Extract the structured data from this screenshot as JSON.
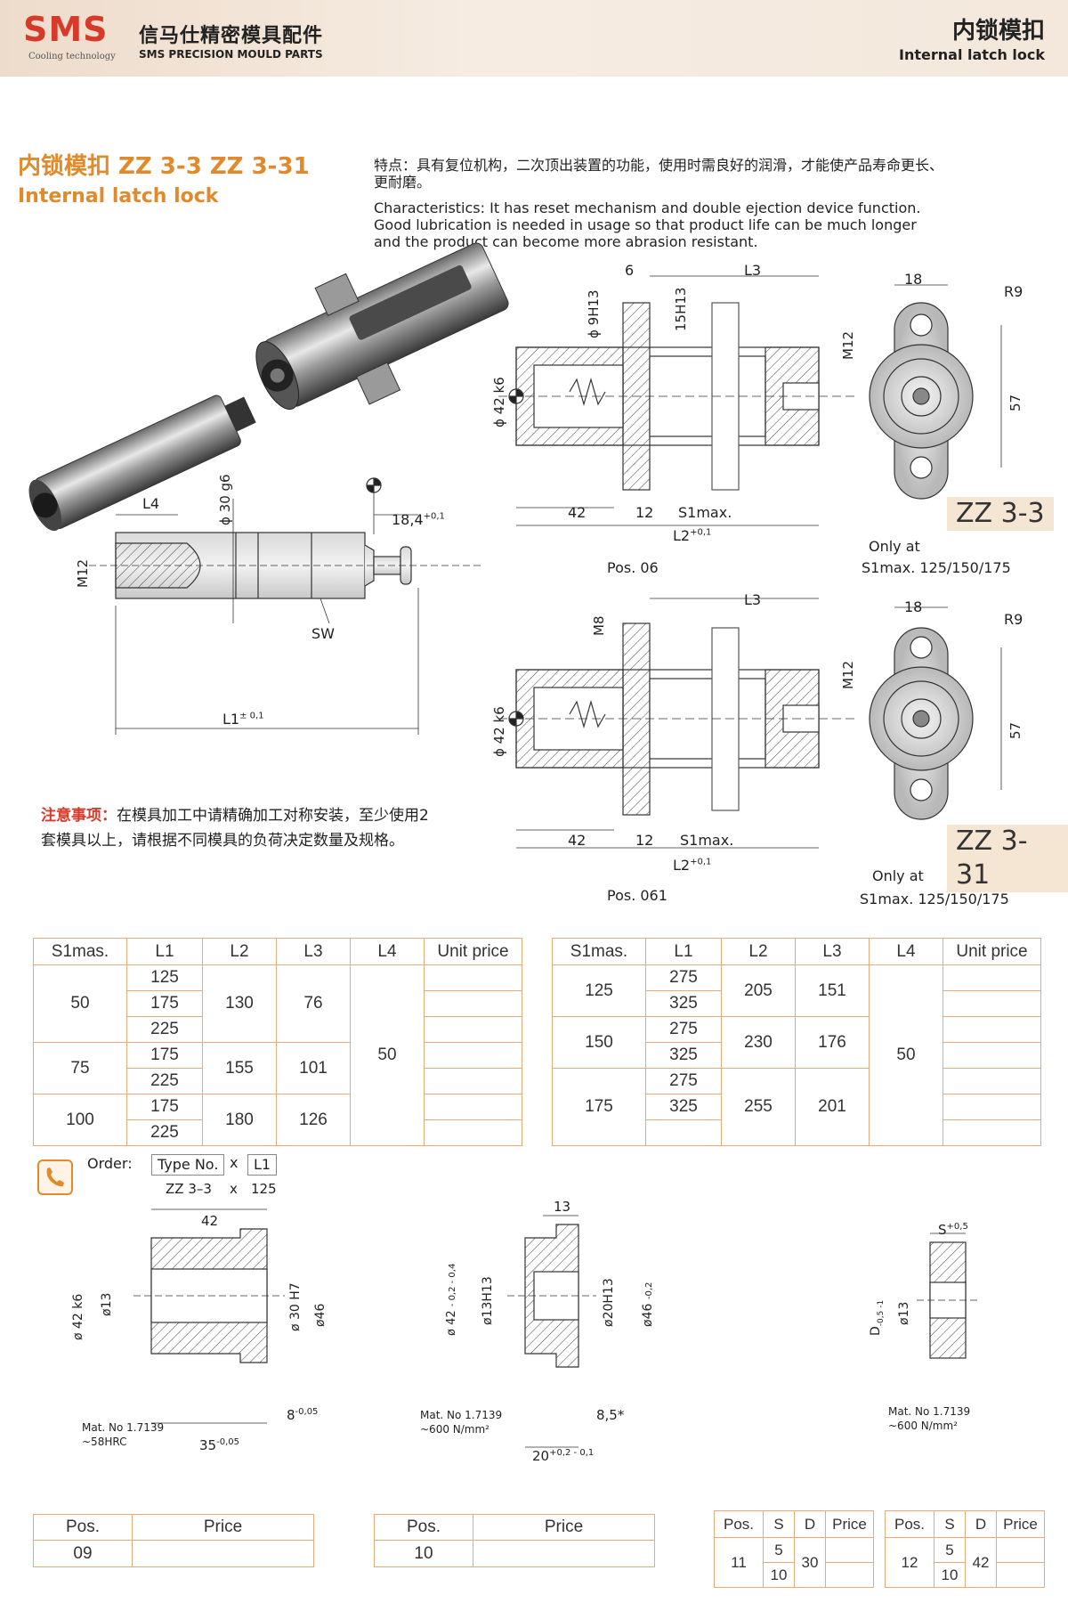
{
  "header": {
    "logo": "SMS",
    "logo_tagline": "Cooling technology",
    "brand_cn": "信马仕精密模具配件",
    "brand_en": "SMS PRECISION MOULD PARTS",
    "title_cn": "内锁模扣",
    "title_en": "Internal latch lock"
  },
  "product": {
    "title_cn": "内锁模扣 ZZ 3-3 ZZ 3-31",
    "title_en": "Internal latch lock",
    "features_cn": "特点：具有复位机构，二次顶出装置的功能，使用时需良好的润滑，才能使产品寿命更长、更耐磨。",
    "features_en": "Characteristics: It has reset mechanism and double ejection device function. Good lubrication is needed in usage so that product life can be much longer and the product can become more abrasion resistant."
  },
  "drawings": {
    "pin": {
      "L4": "L4",
      "d30": "ϕ 30 g6",
      "m12": "M12",
      "sw": "SW",
      "l1": "L1",
      "l1_tol": "± 0,1",
      "offset": "18,4",
      "offset_tol": "+0,1"
    },
    "zz33": {
      "model": "ZZ 3-3",
      "dim_6": "6",
      "dim_L3": "L3",
      "dim_9": "ϕ 9H13",
      "dim_15": "15H13",
      "dim_m12": "M12",
      "dim_42": "ϕ 42 k6",
      "dim_42b": "42",
      "dim_12": "12",
      "dim_s1": "S1max.",
      "dim_L2": "L2",
      "dim_L2_tol": "+0,1",
      "pos": "Pos. 06",
      "only_at": "Only at",
      "s1max": "S1max. 125/150/175",
      "dim_18": "18",
      "dim_r9": "R9",
      "dim_57": "57"
    },
    "zz331": {
      "model": "ZZ 3-31",
      "dim_L3": "L3",
      "dim_m8": "M8",
      "dim_m12": "M12",
      "dim_42": "ϕ 42 k6",
      "dim_42b": "42",
      "dim_12": "12",
      "dim_s1": "S1max.",
      "dim_L2": "L2",
      "dim_L2_tol": "+0,1",
      "pos": "Pos. 061",
      "only_at": "Only at",
      "s1max": "S1max. 125/150/175",
      "dim_18": "18",
      "dim_r9": "R9",
      "dim_57": "57"
    }
  },
  "notes": {
    "label": "注意事项：",
    "text": "在模具加工中请精确加工对称安装，至少使用2套模具以上，请根据不同模具的负荷决定数量及规格。"
  },
  "table_left": {
    "headers": [
      "S1mas.",
      "L1",
      "L2",
      "L3",
      "L4",
      "Unit price"
    ],
    "groups": [
      {
        "s1": "50",
        "l1": [
          "125",
          "175",
          "225"
        ],
        "l2": "130",
        "l3": "76"
      },
      {
        "s1": "75",
        "l1": [
          "175",
          "225"
        ],
        "l2": "155",
        "l3": "101"
      },
      {
        "s1": "100",
        "l1": [
          "175",
          "225"
        ],
        "l2": "180",
        "l3": "126"
      }
    ],
    "l4": "50"
  },
  "table_right": {
    "headers": [
      "S1mas.",
      "L1",
      "L2",
      "L3",
      "L4",
      "Unit price"
    ],
    "groups": [
      {
        "s1": "125",
        "l1": [
          "275",
          "325"
        ],
        "l2": "205",
        "l3": "151"
      },
      {
        "s1": "150",
        "l1": [
          "275",
          "325"
        ],
        "l2": "230",
        "l3": "176"
      },
      {
        "s1": "175",
        "l1": [
          "275",
          "325"
        ],
        "l2": "255",
        "l3": "201"
      }
    ],
    "l4": "50"
  },
  "order": {
    "label": "Order:",
    "type_no": "Type No.",
    "x": "x",
    "l1": "L1",
    "example_type": "ZZ 3–3",
    "example_l1": "125"
  },
  "parts": {
    "p09": {
      "d42": "ø 42 k6",
      "d13": "ø13",
      "d30": "ø 30 H7",
      "d46": "ø46",
      "w42": "42",
      "w35": "35",
      "w35_tol": "-0,05",
      "w8": "8",
      "w8_tol": "-0,05",
      "mat": "Mat. No 1.7139",
      "hard": "~58HRC"
    },
    "p10": {
      "w13": "13",
      "d42": "ø 42",
      "d42_tol": "- 0,2 - 0,4",
      "d13": "ø13H13",
      "d20": "ø20H13",
      "d46": "ø46",
      "d46_tol": "-0,2",
      "w85": "8,5*",
      "w20": "20",
      "w20_tol": "+0,2 - 0,1",
      "mat": "Mat. No 1.7139",
      "str": "~600 N/mm²"
    },
    "p11": {
      "s": "S",
      "s_tol": "+0,5",
      "d": "D",
      "d_tol": "-0,5 -1",
      "d13": "ø13",
      "mat": "Mat. No 1.7139",
      "str": "~600 N/mm²"
    }
  },
  "price_tables": {
    "t09": {
      "headers": [
        "Pos.",
        "Price"
      ],
      "pos": "09",
      "price": ""
    },
    "t10": {
      "headers": [
        "Pos.",
        "Price"
      ],
      "pos": "10",
      "price": ""
    },
    "t11": {
      "headers": [
        "Pos.",
        "S",
        "D",
        "Price"
      ],
      "pos": "11",
      "s": [
        "5",
        "10"
      ],
      "d": "30"
    },
    "t12": {
      "headers": [
        "Pos.",
        "S",
        "D",
        "Price"
      ],
      "pos": "12",
      "s": [
        "5",
        "10"
      ],
      "d": "42"
    }
  },
  "colors": {
    "accent": "#e08a2c",
    "table_border": "#e7a978",
    "header_bg": "#eedccb",
    "model_bg": "#f5e6d3",
    "logo": "#d63a2a"
  }
}
